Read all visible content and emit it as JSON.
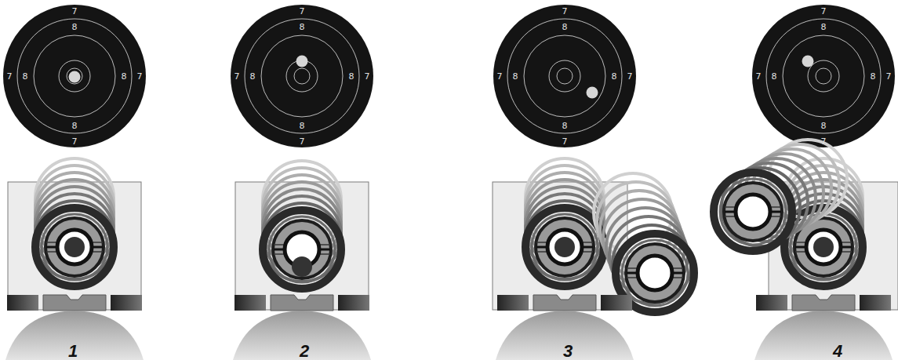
{
  "diagram": {
    "labels": [
      "7",
      "8",
      "7",
      "8",
      "8",
      "7",
      "8",
      "7",
      "7",
      "8",
      "7",
      "8",
      "8",
      "7",
      "8",
      "7",
      "7",
      "8",
      "7",
      "8",
      "8",
      "7",
      "8",
      "7",
      "7",
      "8",
      "7",
      "8",
      "8",
      "7",
      "8",
      "7",
      "1",
      "2",
      "3",
      "4"
    ]
  }
}
